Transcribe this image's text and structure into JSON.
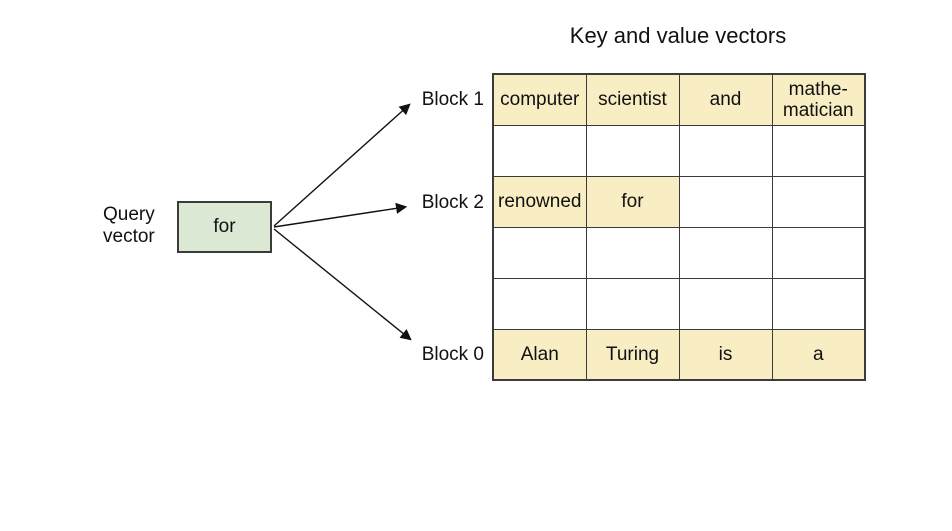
{
  "title": "Key and value vectors",
  "query": {
    "label": "Query\nvector",
    "box_text": "for"
  },
  "block_labels": [
    "Block 1",
    "Block 2",
    "Block 0"
  ],
  "table": {
    "rows": [
      {
        "cells": [
          {
            "text": "computer",
            "highlighted": true
          },
          {
            "text": "scientist",
            "highlighted": true
          },
          {
            "text": "and",
            "highlighted": true
          },
          {
            "text": "mathe-\nmatician",
            "highlighted": true
          }
        ]
      },
      {
        "cells": [
          {
            "text": "",
            "highlighted": false
          },
          {
            "text": "",
            "highlighted": false
          },
          {
            "text": "",
            "highlighted": false
          },
          {
            "text": "",
            "highlighted": false
          }
        ]
      },
      {
        "cells": [
          {
            "text": "renowned",
            "highlighted": true
          },
          {
            "text": "for",
            "highlighted": true
          },
          {
            "text": "",
            "highlighted": false
          },
          {
            "text": "",
            "highlighted": false
          }
        ]
      },
      {
        "cells": [
          {
            "text": "",
            "highlighted": false
          },
          {
            "text": "",
            "highlighted": false
          },
          {
            "text": "",
            "highlighted": false
          },
          {
            "text": "",
            "highlighted": false
          }
        ]
      },
      {
        "cells": [
          {
            "text": "",
            "highlighted": false
          },
          {
            "text": "",
            "highlighted": false
          },
          {
            "text": "",
            "highlighted": false
          },
          {
            "text": "",
            "highlighted": false
          }
        ]
      },
      {
        "cells": [
          {
            "text": "Alan",
            "highlighted": true
          },
          {
            "text": "Turing",
            "highlighted": true
          },
          {
            "text": "is",
            "highlighted": true
          },
          {
            "text": "a",
            "highlighted": true
          }
        ]
      }
    ]
  },
  "colors": {
    "highlight": "#f8edc3",
    "query_box": "#dbe8d3",
    "table_border": "#3b3b3b",
    "arrow": "#111111"
  }
}
